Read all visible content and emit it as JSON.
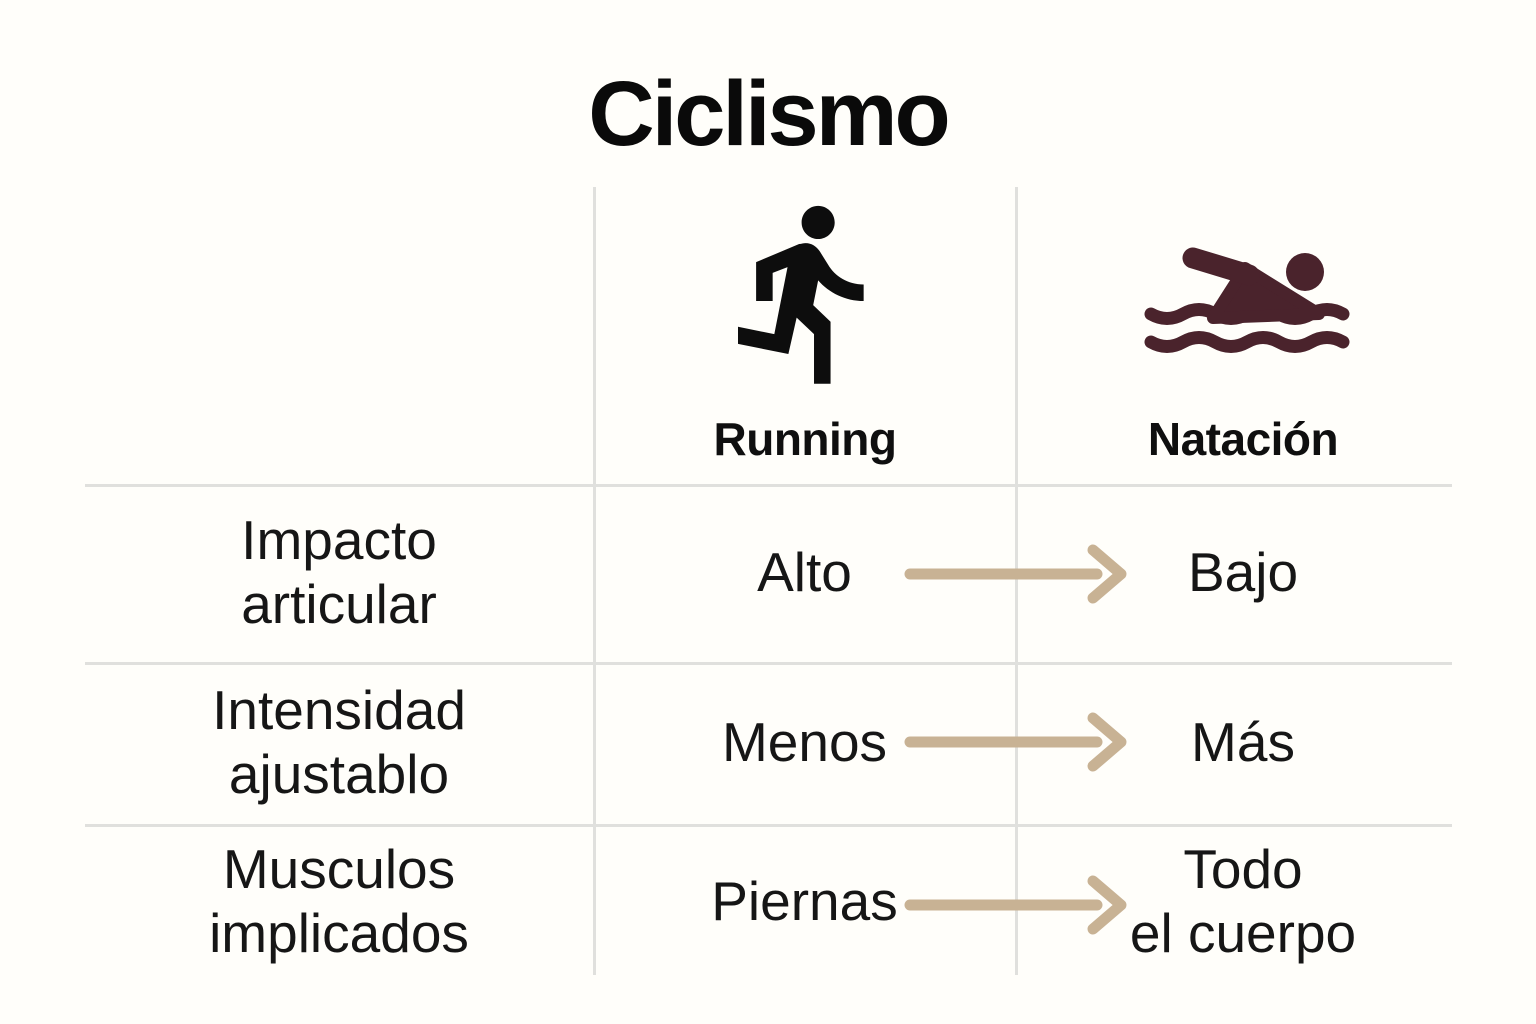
{
  "title": "Ciclismo",
  "columns": [
    {
      "id": "running",
      "label": "Running",
      "icon": "running-person-icon"
    },
    {
      "id": "natacion",
      "label": "Natación",
      "icon": "swimmer-icon"
    }
  ],
  "rows": [
    {
      "label": "Impacto\narticular",
      "running": "Alto",
      "natacion": "Bajo"
    },
    {
      "label": "Intensidad\najustablo",
      "running": "Menos",
      "natacion": "Más"
    },
    {
      "label": "Musculos\nimplicados",
      "running": "Piernas",
      "natacion": "Todo\nel cuerpo"
    }
  ],
  "colors": {
    "background": "#fffefa",
    "text": "#161616",
    "title": "#0a0a0a",
    "grid_line": "#e0e0dd",
    "arrow": "#c8b294",
    "runner_icon": "#0d0d0d",
    "swimmer_icon": "#4a232c"
  }
}
